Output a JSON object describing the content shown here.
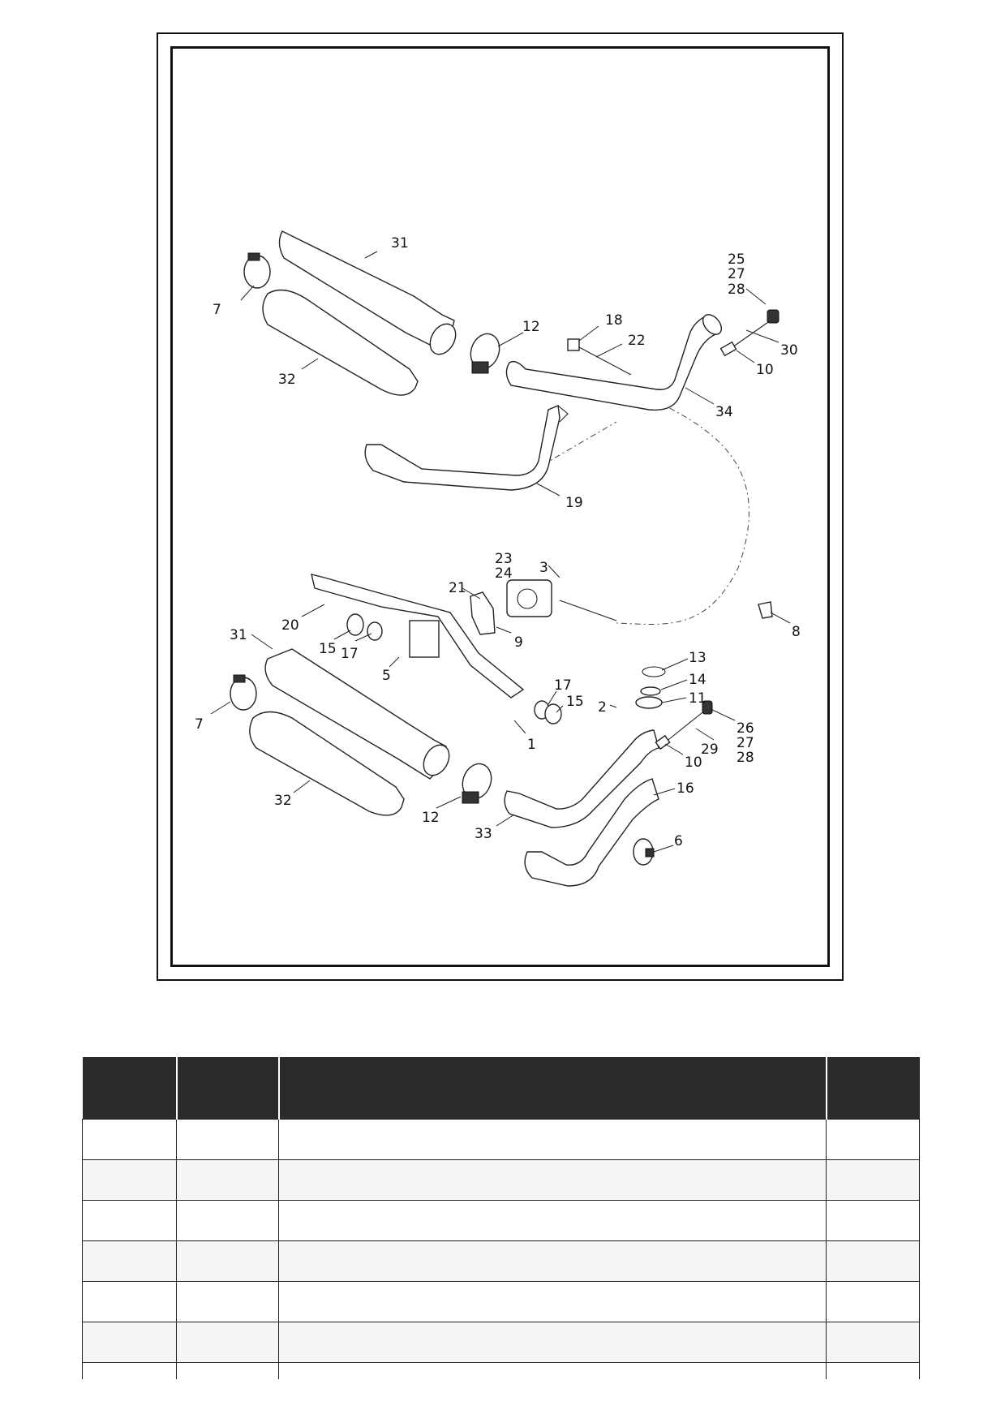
{
  "diagram": {
    "callouts": [
      {
        "id": "c31a",
        "text": "31"
      },
      {
        "id": "c7a",
        "text": "7"
      },
      {
        "id": "c32a",
        "text": "32"
      },
      {
        "id": "c12a",
        "text": "12"
      },
      {
        "id": "c18",
        "text": "18"
      },
      {
        "id": "c22",
        "text": "22"
      },
      {
        "id": "c25a",
        "text": "25"
      },
      {
        "id": "c27a",
        "text": "27"
      },
      {
        "id": "c28a",
        "text": "28"
      },
      {
        "id": "c30",
        "text": "30"
      },
      {
        "id": "c10a",
        "text": "10"
      },
      {
        "id": "c34",
        "text": "34"
      },
      {
        "id": "c19",
        "text": "19"
      },
      {
        "id": "c23",
        "text": "23"
      },
      {
        "id": "c24",
        "text": "24"
      },
      {
        "id": "c3",
        "text": "3"
      },
      {
        "id": "c21",
        "text": "21"
      },
      {
        "id": "c20",
        "text": "20"
      },
      {
        "id": "c8",
        "text": "8"
      },
      {
        "id": "c15a",
        "text": "15"
      },
      {
        "id": "c17a",
        "text": "17"
      },
      {
        "id": "c9",
        "text": "9"
      },
      {
        "id": "c31b",
        "text": "31"
      },
      {
        "id": "c5",
        "text": "5"
      },
      {
        "id": "c13",
        "text": "13"
      },
      {
        "id": "c14",
        "text": "14"
      },
      {
        "id": "c11",
        "text": "11"
      },
      {
        "id": "c17b",
        "text": "17"
      },
      {
        "id": "c15b",
        "text": "15"
      },
      {
        "id": "c2",
        "text": "2"
      },
      {
        "id": "c7b",
        "text": "7"
      },
      {
        "id": "c1",
        "text": "1"
      },
      {
        "id": "c26",
        "text": "26"
      },
      {
        "id": "c27b",
        "text": "27"
      },
      {
        "id": "c28b",
        "text": "28"
      },
      {
        "id": "c29",
        "text": "29"
      },
      {
        "id": "c10b",
        "text": "10"
      },
      {
        "id": "c16",
        "text": "16"
      },
      {
        "id": "c32b",
        "text": "32"
      },
      {
        "id": "c12b",
        "text": "12"
      },
      {
        "id": "c33",
        "text": "33"
      },
      {
        "id": "c6",
        "text": "6"
      }
    ]
  },
  "parts_table": {
    "header": [
      "",
      "",
      "",
      ""
    ],
    "rows": [
      [
        "",
        "",
        "",
        ""
      ],
      [
        "",
        "",
        "",
        ""
      ],
      [
        "",
        "",
        "",
        ""
      ],
      [
        "",
        "",
        "",
        ""
      ],
      [
        "",
        "",
        "",
        ""
      ],
      [
        "",
        "",
        "",
        ""
      ]
    ]
  }
}
